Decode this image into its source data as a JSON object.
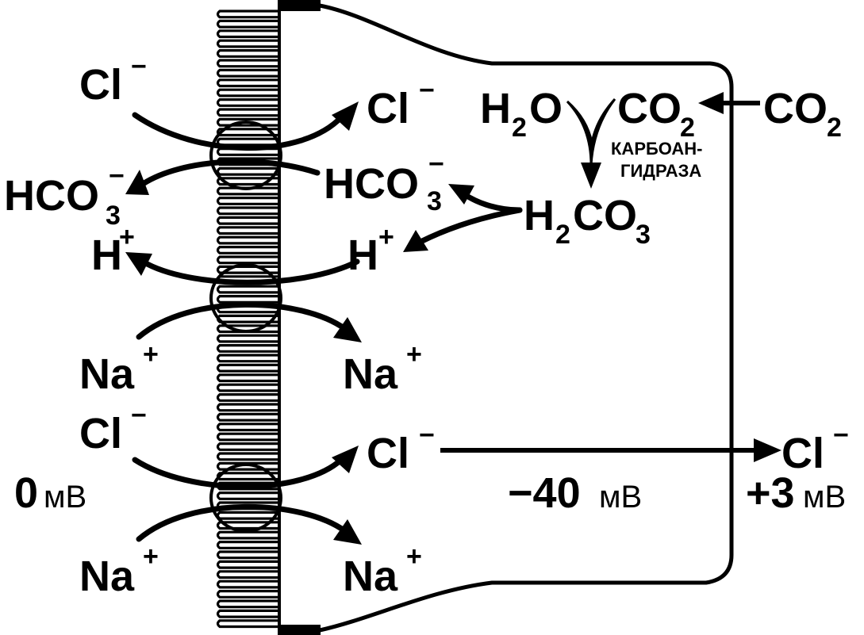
{
  "ions": {
    "cl_minus": "Cl",
    "minus": "−",
    "plus": "+",
    "hco3_main": "HCO",
    "three": "3",
    "two": "2",
    "h": "H",
    "na": "Na",
    "o": "O",
    "co": "CO",
    "h2co3_c": "CO"
  },
  "enzyme": {
    "line1": "КАРБОАН-",
    "line2": "ГИДРАЗА"
  },
  "potentials": {
    "lumen_value": "0",
    "cell_value": "−40",
    "blood_value": "+3",
    "unit": "мВ"
  },
  "colors": {
    "ink": "#000000",
    "background": "#ffffff"
  }
}
